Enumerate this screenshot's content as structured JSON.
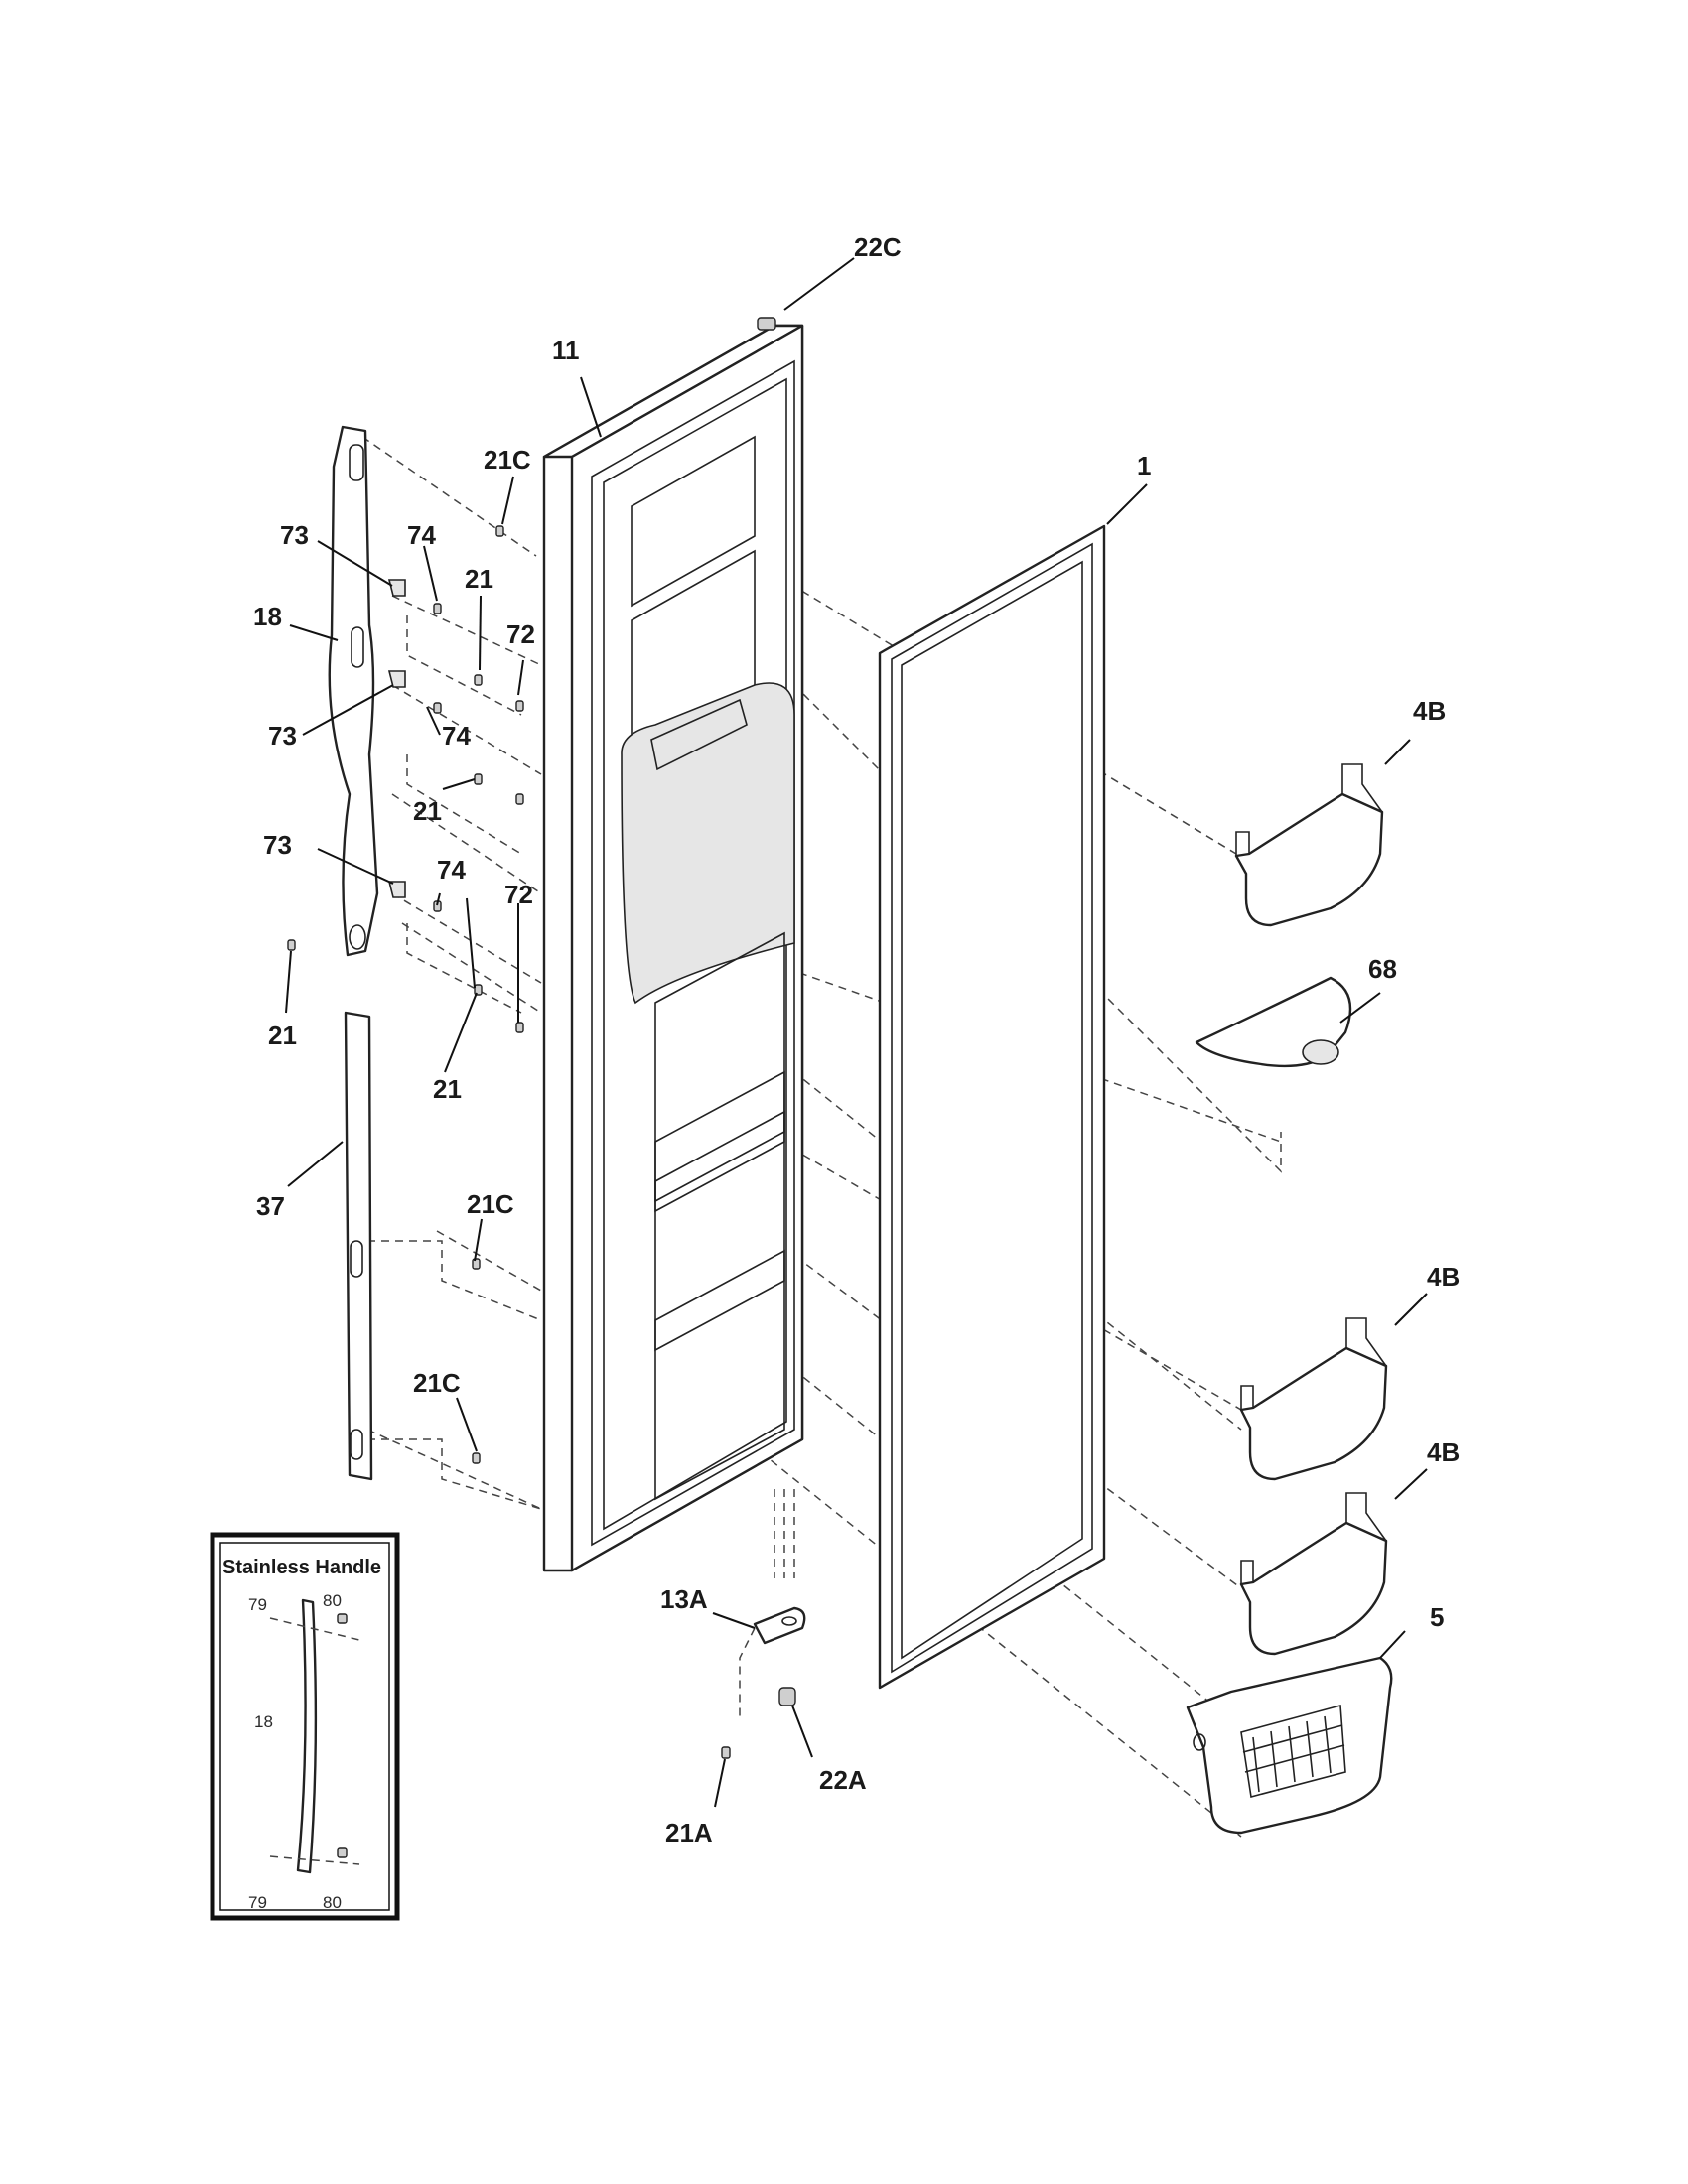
{
  "diagram": {
    "callouts": {
      "c22C": "22C",
      "c11": "11",
      "c21C_top": "21C",
      "c1": "1",
      "c73_a": "73",
      "c74_a": "74",
      "c21_a": "21",
      "c18": "18",
      "c72_a": "72",
      "c73_b": "73",
      "c74_b": "74",
      "c21_b": "21",
      "c4B_a": "4B",
      "c73_c": "73",
      "c74_c": "74",
      "c72_b": "72",
      "c68": "68",
      "c21_c": "21",
      "c21_d": "21",
      "c37": "37",
      "c21C_mid": "21C",
      "c4B_b": "4B",
      "c21C_low": "21C",
      "c4B_c": "4B",
      "c5": "5",
      "c13A": "13A",
      "c22A": "22A",
      "c21A": "21A"
    },
    "inset": {
      "title": "Stainless Handle",
      "c79_top": "79",
      "c80_top": "80",
      "c18": "18",
      "c79_bottom": "79",
      "c80_bottom": "80"
    }
  }
}
